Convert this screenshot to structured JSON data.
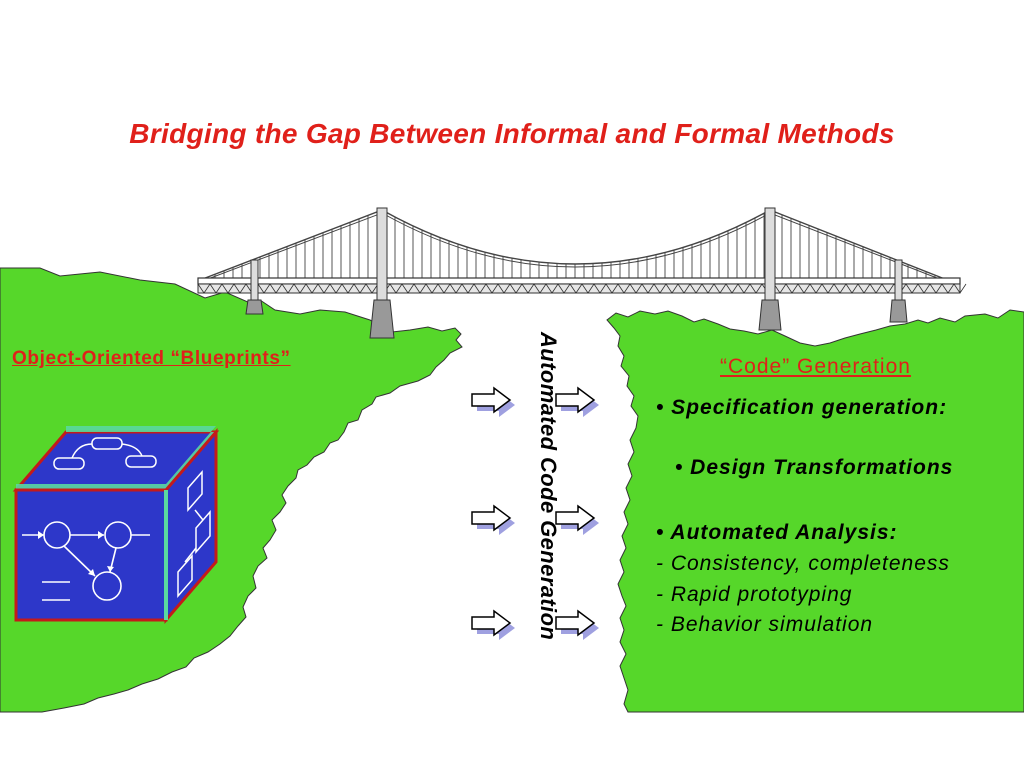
{
  "title": "Bridging the Gap Between Informal and Formal Methods",
  "left_heading": "Object-Oriented “Blueprints”",
  "vertical_label": "Automated Code Generation",
  "right_heading": "“Code” Generation",
  "right_items": [
    "• Specification generation:",
    "• Design Transformations",
    "• Automated Analysis:",
    "- Consistency, completeness",
    "- Rapid prototyping",
    "- Behavior simulation"
  ],
  "colors": {
    "title": "#e0201a",
    "headings": "#e0201a",
    "land": "#56d72a",
    "cube_face": "#2d37c9",
    "cube_edge": "#c41a1a",
    "cube_band": "#5ad8a0",
    "arrow_shadow": "#9fa0e0"
  },
  "icons": [
    "suspension-bridge-icon",
    "object-model-cube-icon",
    "right-arrow-icon"
  ]
}
